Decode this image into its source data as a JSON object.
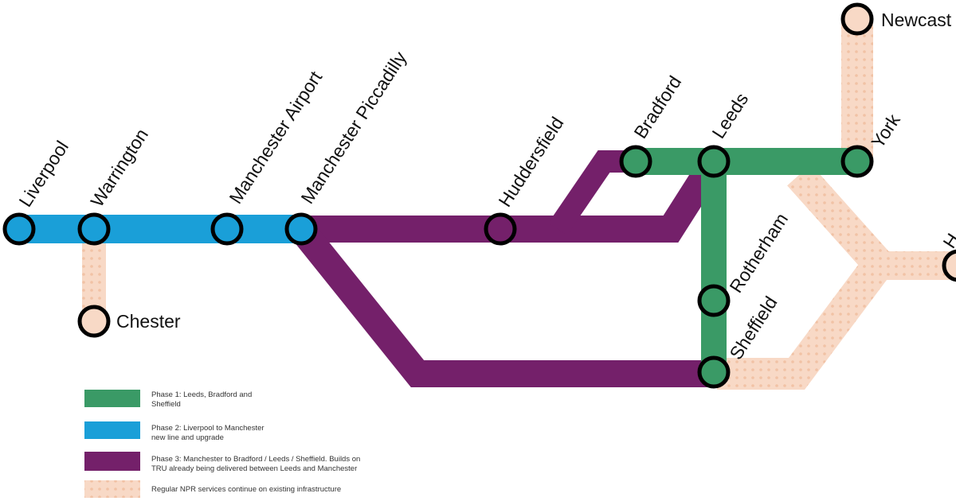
{
  "colors": {
    "phase1": "#3a9a66",
    "phase2": "#1a9fd8",
    "phase3": "#74206a",
    "existing": "#f8d9c6",
    "existing_dot": "#f1c2a5"
  },
  "stations": {
    "liverpool": "Liverpool",
    "warrington": "Warrington",
    "chester": "Chester",
    "manchester_airport": "Manchester Airport",
    "manchester_piccadilly": "Manchester Piccadilly",
    "huddersfield": "Huddersfield",
    "bradford": "Bradford",
    "leeds": "Leeds",
    "york": "York",
    "newcastle": "Newcast",
    "rotherham": "Rotherham",
    "sheffield": "Sheffield",
    "hull": "H"
  },
  "legend": {
    "phase1": {
      "line1": "Phase 1: Leeds, Bradford and",
      "line2": "Sheffield"
    },
    "phase2": {
      "line1": "Phase 2: Liverpool to Manchester",
      "line2": "new line and upgrade"
    },
    "phase3": {
      "line1": "Phase 3: Manchester to Bradford / Leeds / Sheffield. Builds on",
      "line2": "TRU already being delivered between Leeds and Manchester"
    },
    "existing": {
      "line1": "Regular NPR services continue on existing infrastructure"
    }
  }
}
